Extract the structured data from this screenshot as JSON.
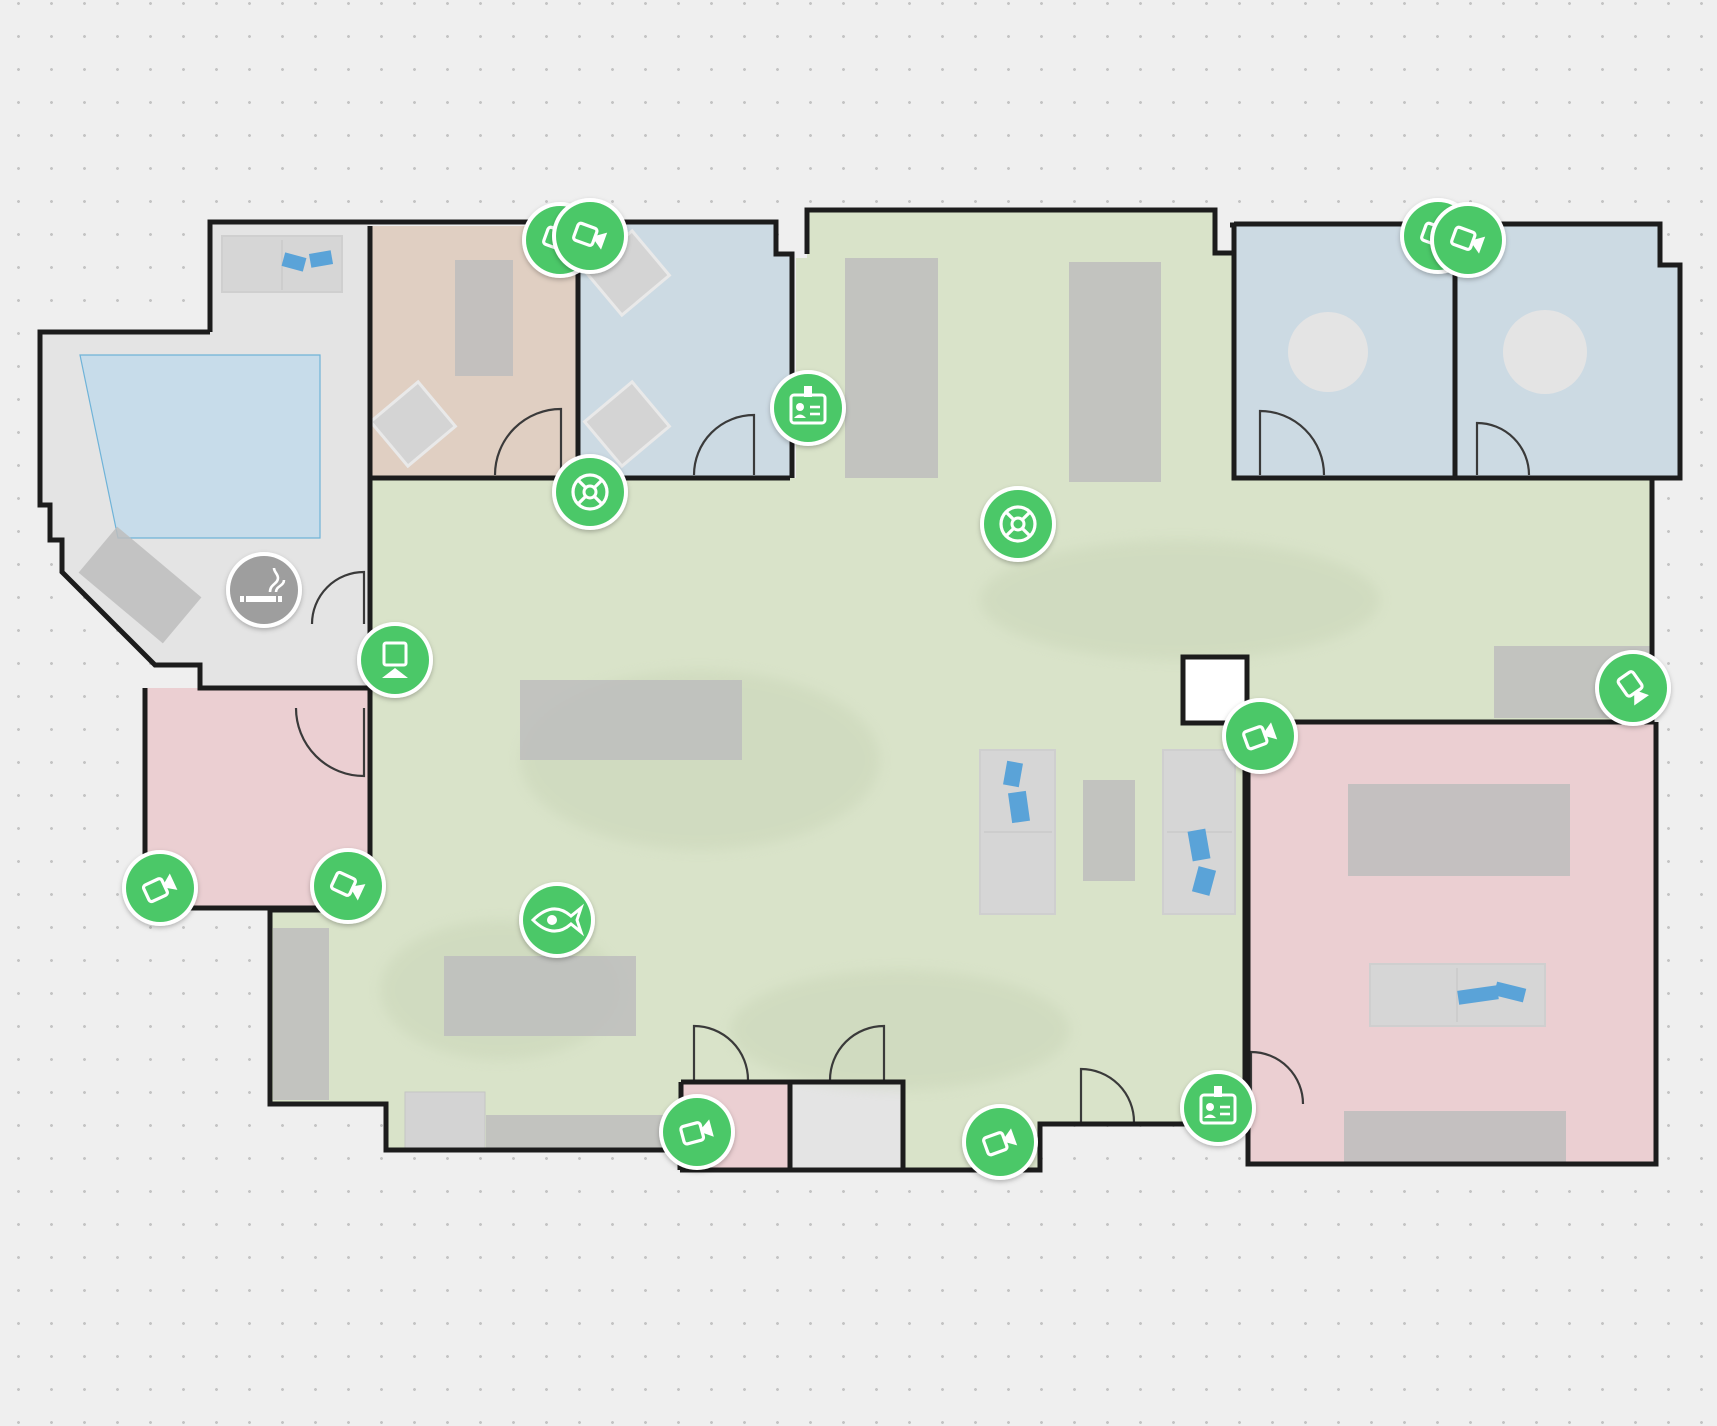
{
  "colors": {
    "background": "#efefef",
    "wall": "#1c1c1c",
    "open_office": "#d9e3c9",
    "meeting_room": "#ccdae3",
    "private_office": "#e0cfc2",
    "restricted_room": "#ebcfd2",
    "utility_room": "#e4e4e4",
    "furniture": "#bdbdbd",
    "marker_active": "#4cc868",
    "marker_inactive": "#9e9e9e"
  },
  "rooms": [
    {
      "name": "utility-room-top-left",
      "zone": "utility_room"
    },
    {
      "name": "utility-room-closet",
      "zone": "utility_room"
    },
    {
      "name": "private-office",
      "zone": "private_office"
    },
    {
      "name": "meeting-room-left",
      "zone": "meeting_room"
    },
    {
      "name": "open-office",
      "zone": "open_office"
    },
    {
      "name": "meeting-room-top-right-a",
      "zone": "meeting_room"
    },
    {
      "name": "meeting-room-top-right-b",
      "zone": "meeting_room"
    },
    {
      "name": "restricted-room-left",
      "zone": "restricted_room"
    },
    {
      "name": "restricted-room-right",
      "zone": "restricted_room"
    },
    {
      "name": "restricted-room-small",
      "zone": "restricted_room"
    },
    {
      "name": "utility-room-small",
      "zone": "utility_room"
    }
  ],
  "devices": [
    {
      "type": "camera",
      "icon": "video-camera-icon",
      "status": "active"
    },
    {
      "type": "camera",
      "icon": "video-camera-icon",
      "status": "active"
    },
    {
      "type": "camera",
      "icon": "video-camera-icon",
      "status": "active"
    },
    {
      "type": "camera",
      "icon": "video-camera-icon",
      "status": "active"
    },
    {
      "type": "camera",
      "icon": "video-camera-icon",
      "status": "active"
    },
    {
      "type": "camera",
      "icon": "video-camera-icon",
      "status": "active"
    },
    {
      "type": "camera",
      "icon": "video-camera-icon",
      "status": "active"
    },
    {
      "type": "camera",
      "icon": "video-camera-icon",
      "status": "active"
    },
    {
      "type": "camera",
      "icon": "video-camera-icon",
      "status": "active"
    },
    {
      "type": "camera",
      "icon": "video-camera-icon",
      "status": "active"
    },
    {
      "type": "badge-reader",
      "icon": "badge-reader-icon",
      "status": "active"
    },
    {
      "type": "badge-reader",
      "icon": "badge-reader-icon",
      "status": "active"
    },
    {
      "type": "safe",
      "icon": "safe-icon",
      "status": "active"
    },
    {
      "type": "safe",
      "icon": "safe-icon",
      "status": "active"
    },
    {
      "type": "workstation",
      "icon": "workstation-icon",
      "status": "active"
    },
    {
      "type": "phishing-sensor",
      "icon": "eye-fish-icon",
      "status": "active"
    },
    {
      "type": "smoking-area",
      "icon": "cigarette-icon",
      "status": "inactive"
    }
  ]
}
